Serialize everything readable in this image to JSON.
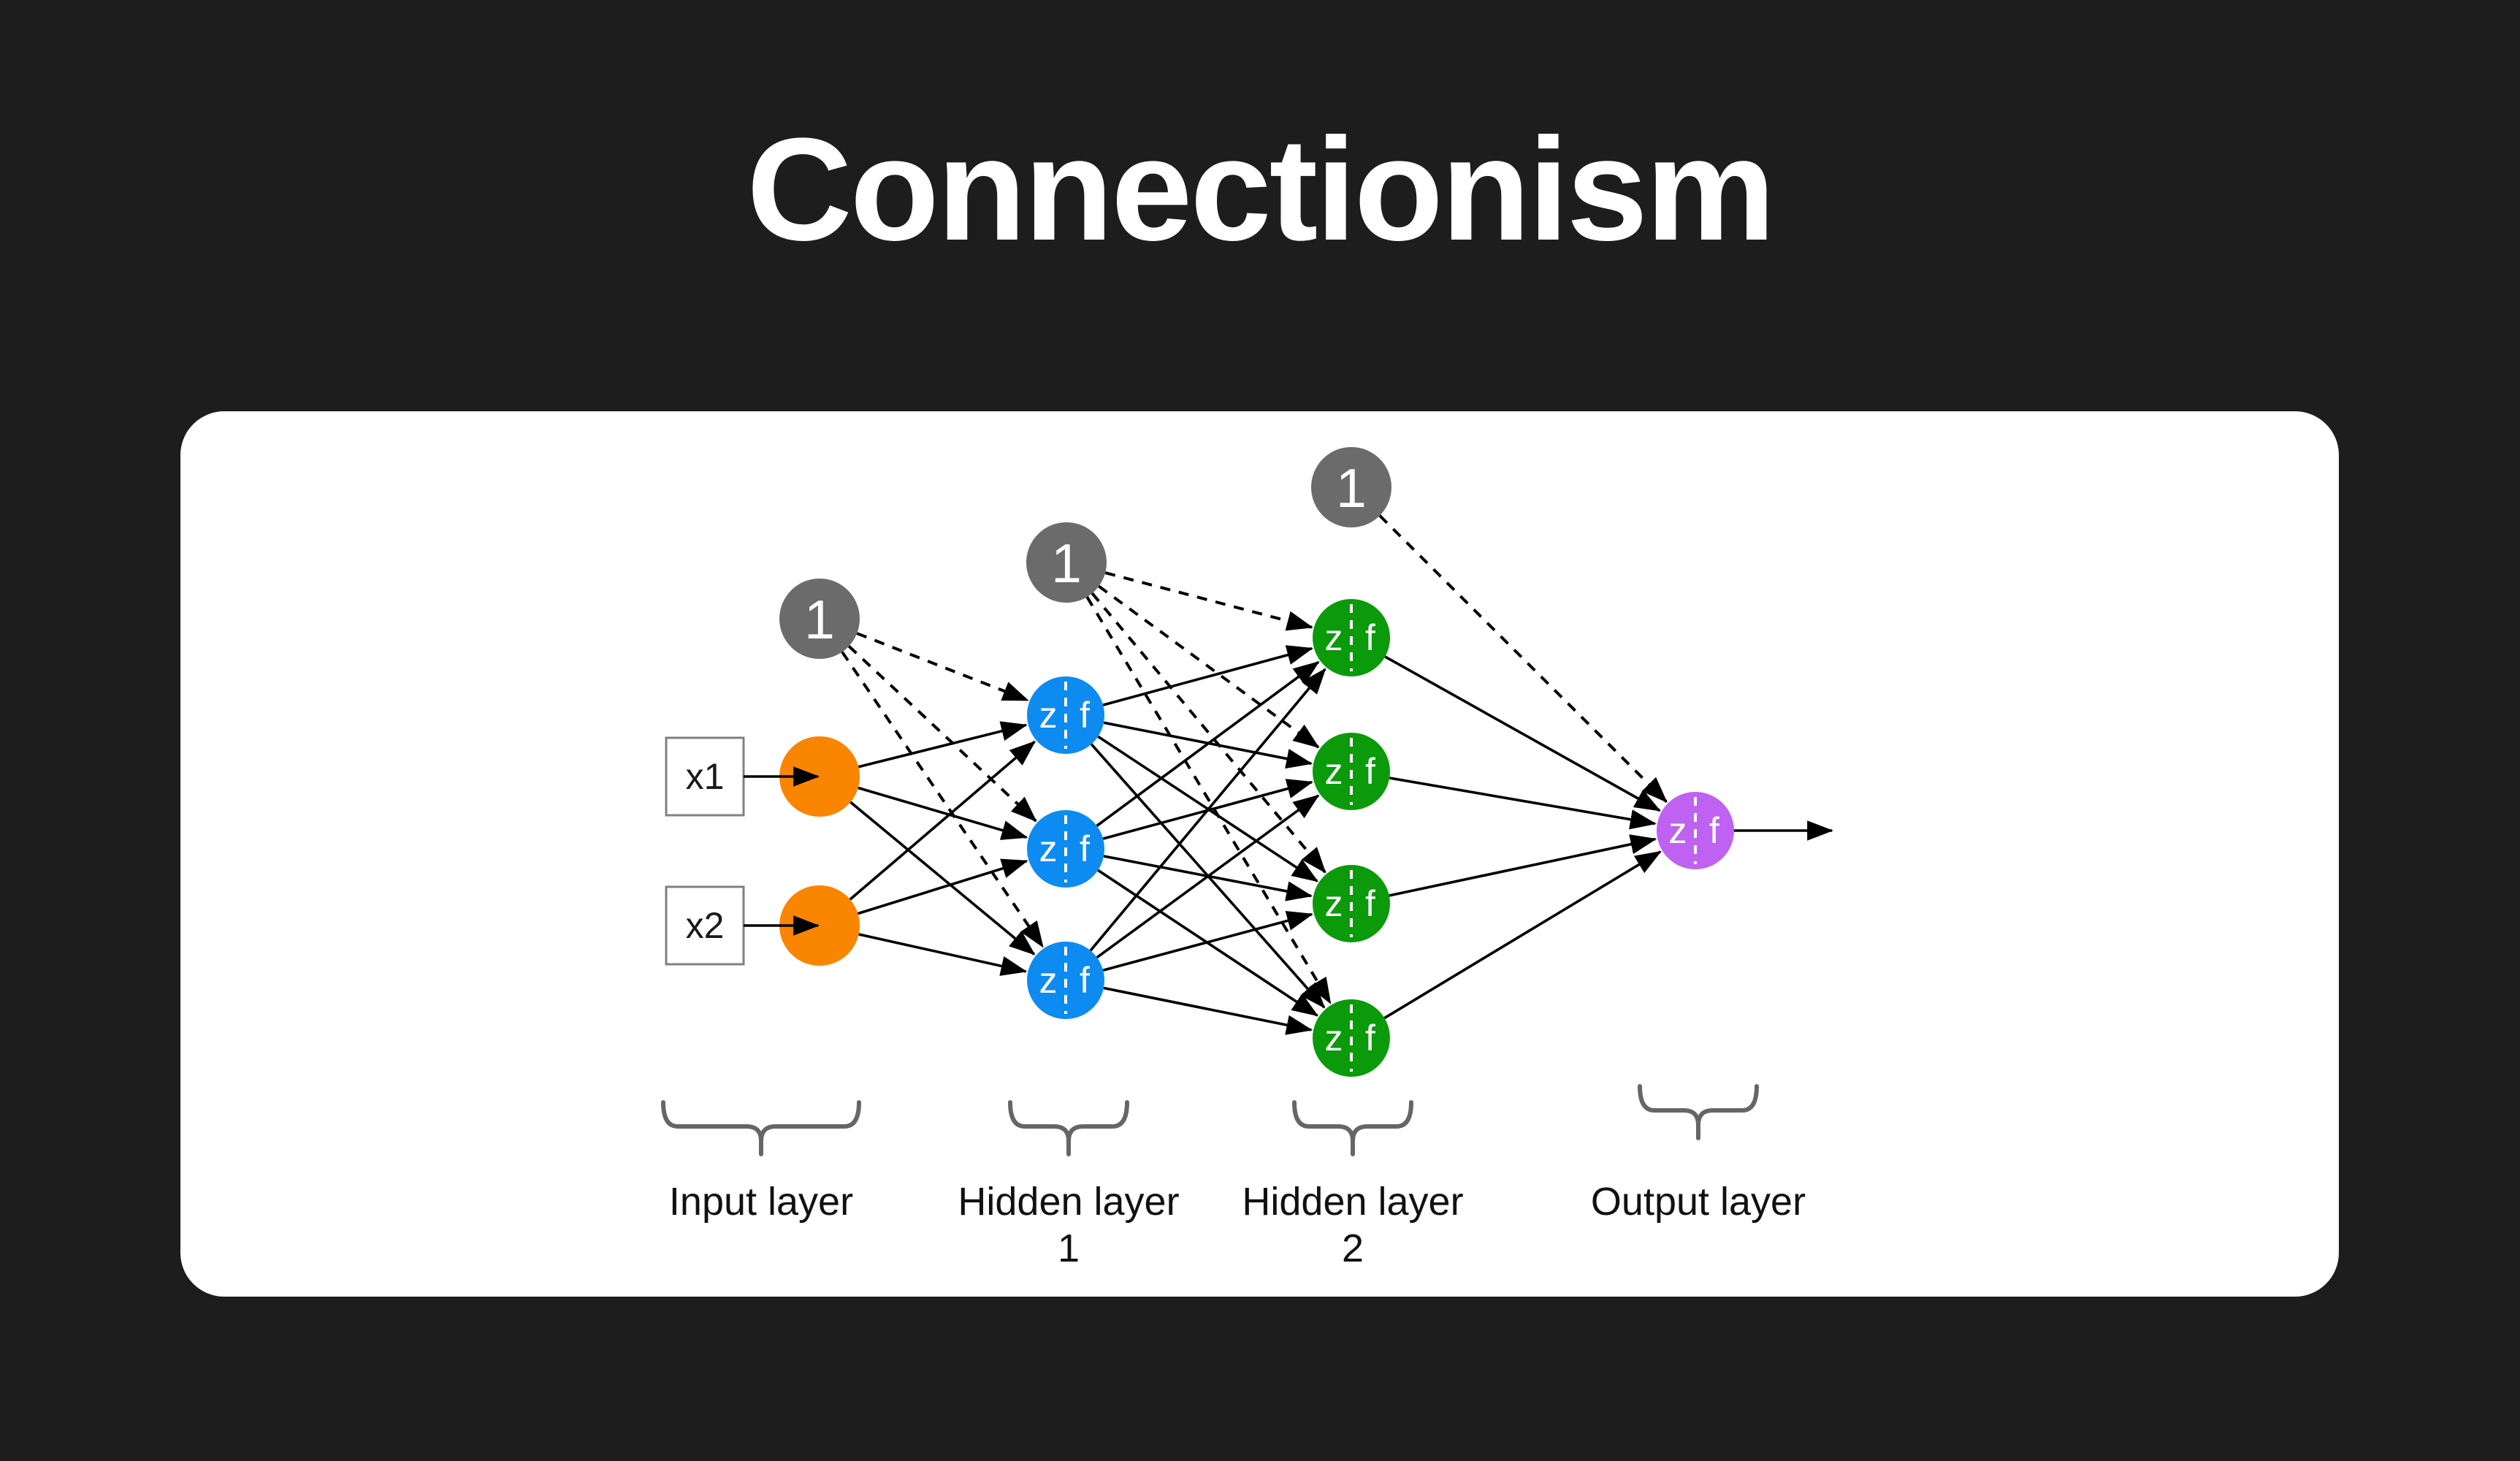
{
  "page": {
    "title": "Connectionism",
    "background_color": "#1d1d1d",
    "card_color": "#ffffff"
  },
  "network": {
    "node_labels": {
      "weighted_sum": "z",
      "activation": "f"
    },
    "bias_label": "1",
    "edge_color": "#000000",
    "bias_color": "#6b6b6b",
    "brace_color": "#666666",
    "box_border_color": "#808080",
    "label_text_color": "#111111",
    "input_boxes": [
      "x1",
      "x2"
    ],
    "layers": [
      {
        "id": "input",
        "color": "#fa8500",
        "node_count": 2,
        "node_type": "input",
        "label_lines": [
          "Input layer"
        ]
      },
      {
        "id": "hidden1",
        "color": "#0d8bf0",
        "node_count": 3,
        "node_type": "neuron",
        "label_lines": [
          "Hidden layer",
          "1"
        ]
      },
      {
        "id": "hidden2",
        "color": "#0a9a0a",
        "node_count": 4,
        "node_type": "neuron",
        "label_lines": [
          "Hidden layer",
          "2"
        ]
      },
      {
        "id": "output",
        "color": "#bf62f2",
        "node_count": 1,
        "node_type": "neuron",
        "label_lines": [
          "Output layer"
        ]
      }
    ],
    "bias_nodes": [
      {
        "label": "1",
        "feeds": "hidden1"
      },
      {
        "label": "1",
        "feeds": "hidden2"
      },
      {
        "label": "1",
        "feeds": "output"
      }
    ],
    "connections": [
      {
        "from": "input_boxes",
        "to": "input",
        "style": "solid"
      },
      {
        "from": "input",
        "to": "hidden1",
        "style": "solid"
      },
      {
        "from": "hidden1",
        "to": "hidden2",
        "style": "solid"
      },
      {
        "from": "hidden2",
        "to": "output",
        "style": "solid"
      },
      {
        "from": "output",
        "to": "outside",
        "style": "solid"
      }
    ]
  }
}
